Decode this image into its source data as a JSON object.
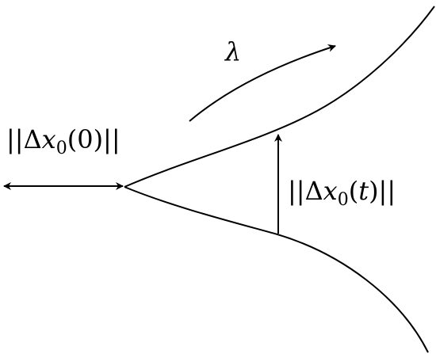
{
  "labels": {
    "lambda": "λ",
    "initial_separation": {
      "bars_left": "||",
      "delta": "Δ",
      "x": "x",
      "subscript": "0",
      "arg": "(0)",
      "bars_right": "||"
    },
    "time_separation": {
      "bars_left": "||",
      "delta": "Δ",
      "x": "x",
      "subscript": "0",
      "open": "(",
      "t": "t",
      "close": ")",
      "bars_right": "||"
    }
  },
  "colors": {
    "stroke": "#000000",
    "background": "#ffffff"
  }
}
